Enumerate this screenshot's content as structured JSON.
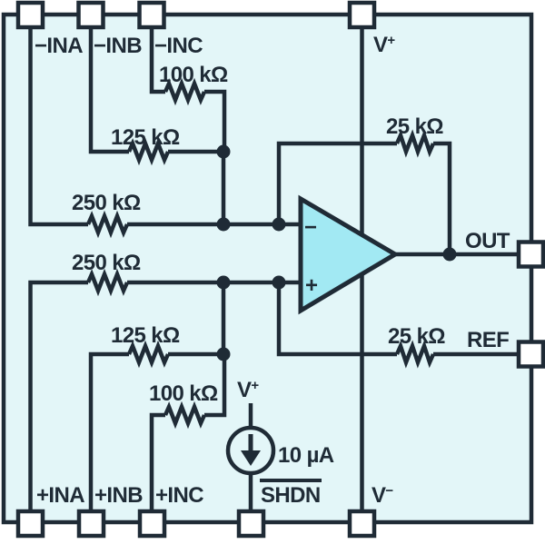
{
  "colors": {
    "line": "#1f2b36",
    "ic_fill": "#e3f6f8",
    "opamp_fill": "#a2e9f3",
    "pin_fill": "#ffffff",
    "background": "#ffffff"
  },
  "ic": {
    "pins": {
      "top": [
        {
          "label": "−INA"
        },
        {
          "label": "−INB"
        },
        {
          "label": "−INC"
        },
        {
          "base": "V",
          "sup": "+"
        }
      ],
      "bottom": [
        {
          "label": "+INA"
        },
        {
          "label": "+INB"
        },
        {
          "label": "+INC"
        },
        {
          "label": "SHDN",
          "overline": true
        },
        {
          "base": "V",
          "sup": "−"
        }
      ],
      "right": [
        {
          "label": "OUT"
        },
        {
          "label": "REF"
        }
      ]
    },
    "resistors": {
      "neg_inc": "100 kΩ",
      "neg_inb": "125 kΩ",
      "neg_ina": "250 kΩ",
      "pos_ina": "250 kΩ",
      "pos_inb": "125 kΩ",
      "pos_inc": "100 kΩ",
      "feedback": "25 kΩ",
      "ref": "25 kΩ"
    },
    "opamp": {
      "minus_label": "−",
      "plus_label": "+"
    },
    "current_source": {
      "value": "10 µA",
      "supply_base": "V",
      "supply_sup": "+"
    }
  }
}
